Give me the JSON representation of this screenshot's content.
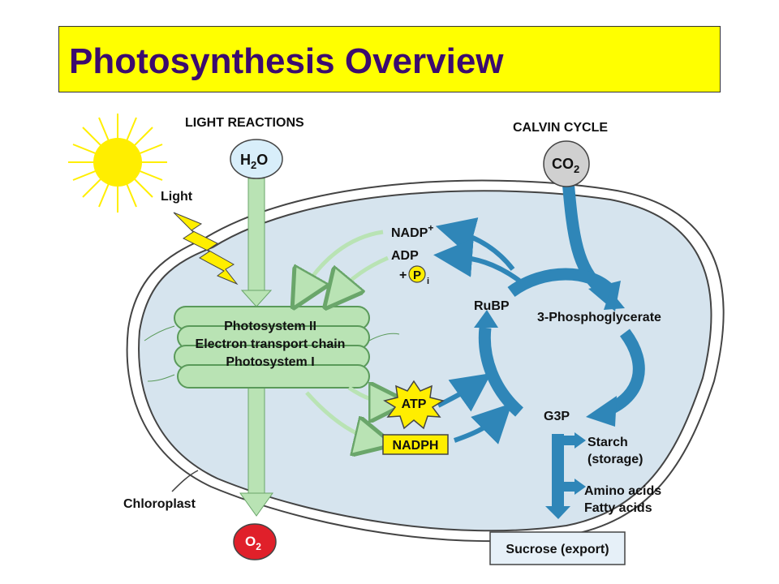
{
  "title": "Photosynthesis Overview",
  "labels": {
    "light_reactions": "LIGHT REACTIONS",
    "calvin_cycle": "CALVIN CYCLE",
    "light": "Light",
    "chloroplast": "Chloroplast",
    "water": {
      "main": "H",
      "sub": "2",
      "tail": "O"
    },
    "co2": {
      "main": "CO",
      "sub": "2"
    },
    "o2": {
      "main": "O",
      "sub": "2"
    },
    "nadp_plus": {
      "main": "NADP",
      "sup": "+"
    },
    "adp": "ADP",
    "pi": {
      "plus": "+",
      "p": "P",
      "sub": "i"
    },
    "thylakoid_lines": [
      "Photosystem II",
      "Electron transport chain",
      "Photosystem I"
    ],
    "atp": "ATP",
    "nadph": "NADPH",
    "rubp": "RuBP",
    "pga": "3-Phosphoglycerate",
    "g3p": "G3P",
    "starch": [
      "Starch",
      "(storage)"
    ],
    "amino": [
      "Amino acids",
      "Fatty acids"
    ],
    "sucrose": "Sucrose (export)"
  },
  "colors": {
    "title_bg": "#ffff00",
    "title_text": "#3b0b6e",
    "chloroplast_fill": "#d6e4ee",
    "thylakoid": "#b9e3b4",
    "light_arrow": "#b9e3b4",
    "calvin_arrow": "#2f86b8",
    "sun": "#ffee00",
    "o2_fill": "#e0202a",
    "sucrose_fill": "#e6f0f8"
  }
}
